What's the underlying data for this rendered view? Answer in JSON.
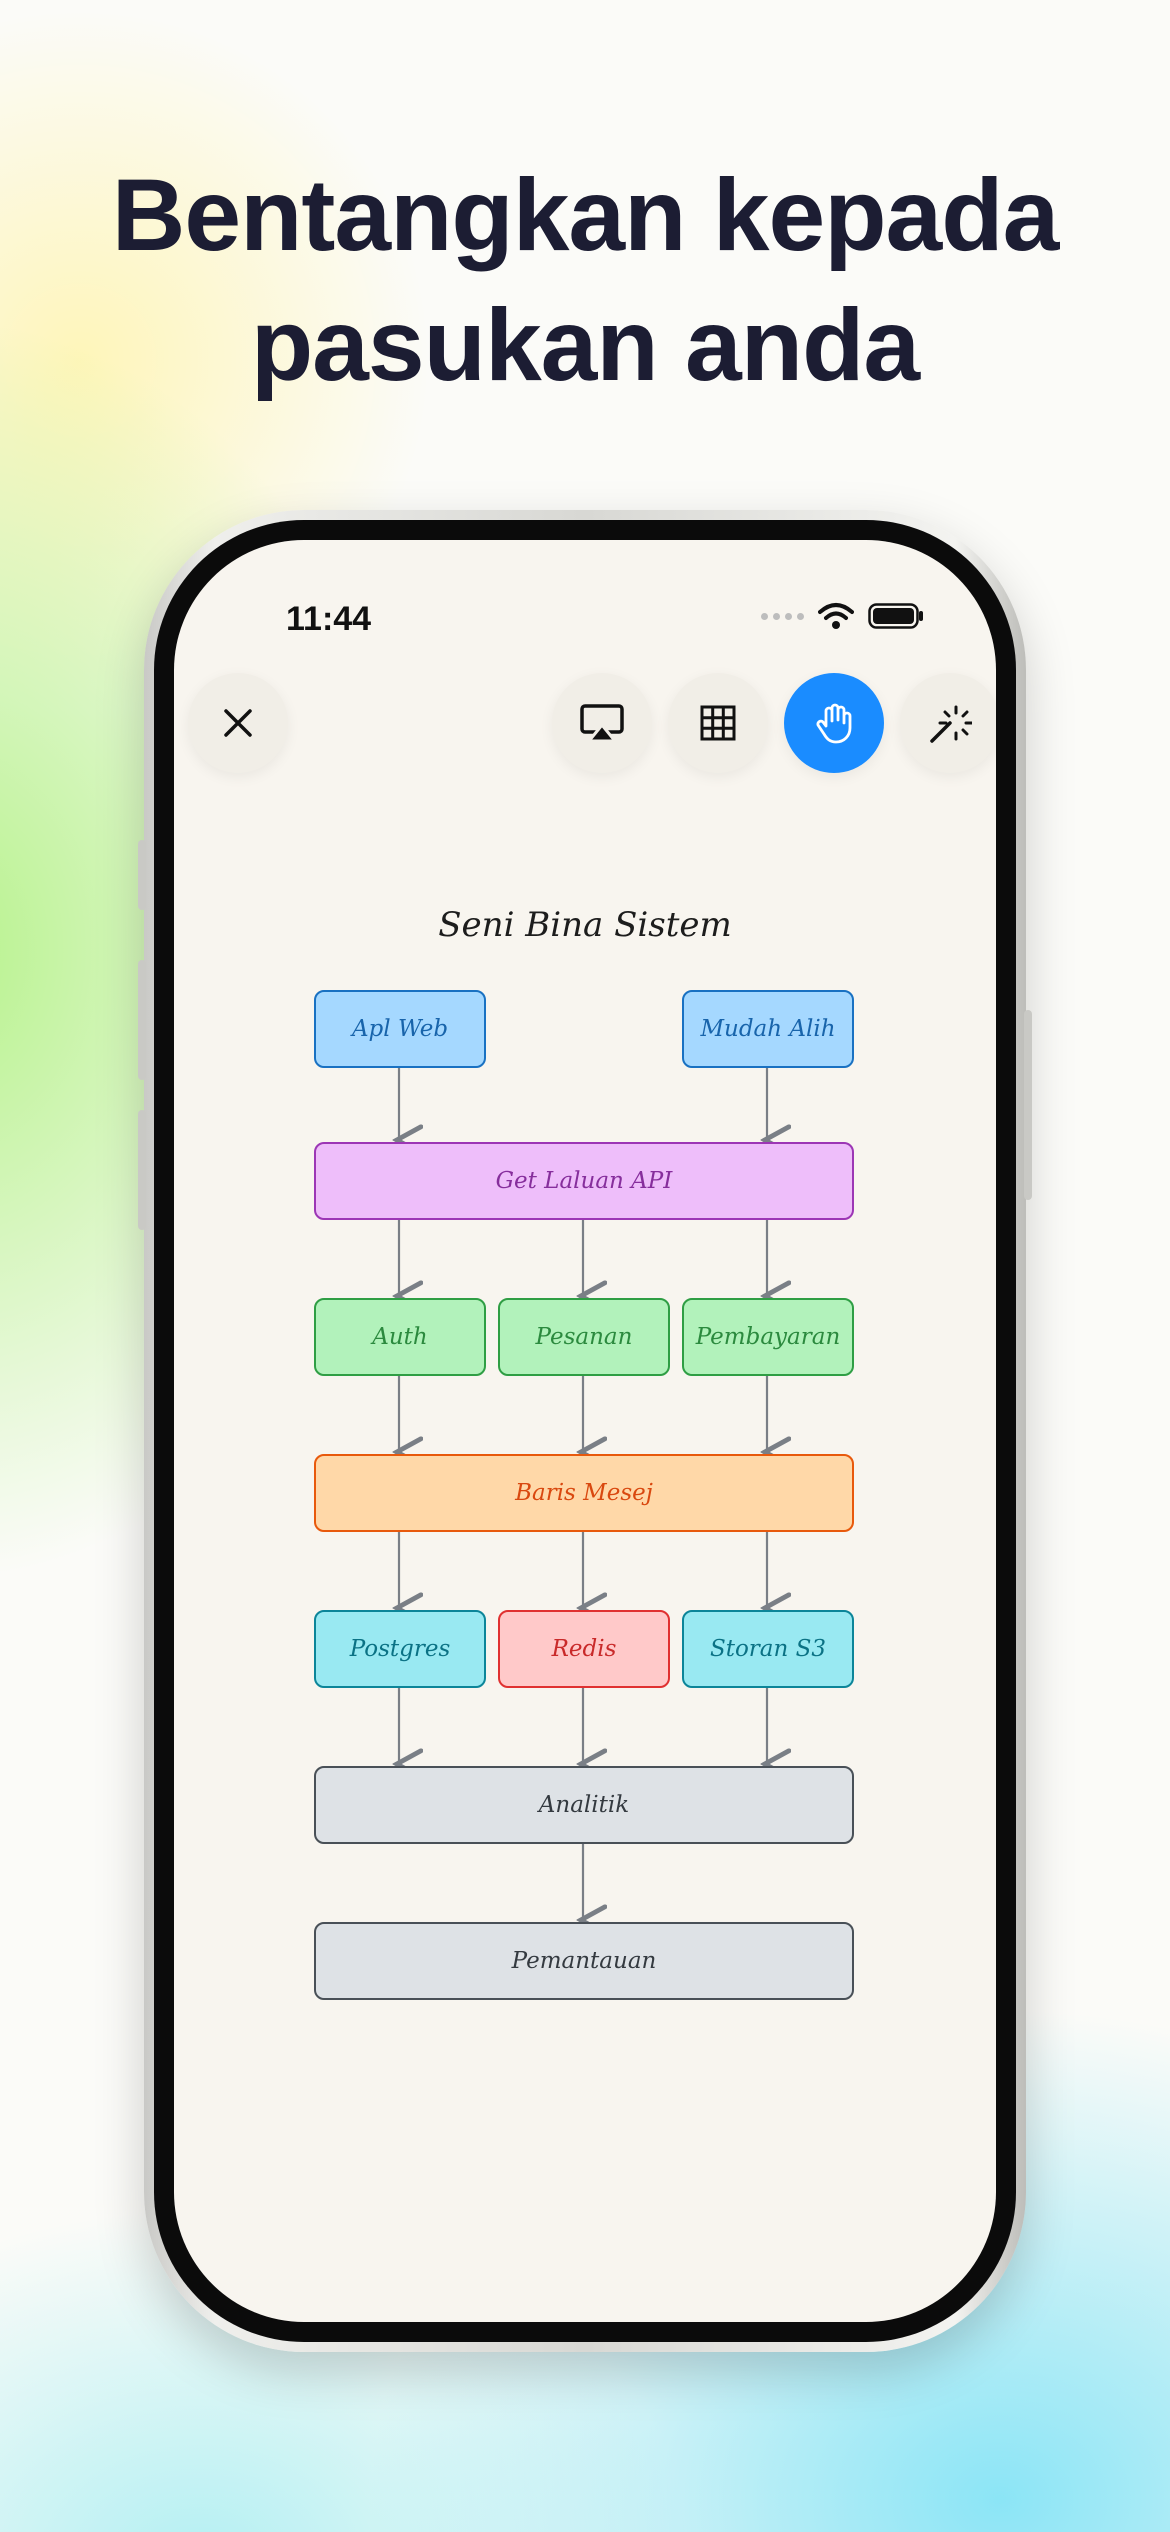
{
  "headline": {
    "line1": "Bentangkan kepada",
    "line2": "pasukan anda"
  },
  "status_bar": {
    "time": "11:44"
  },
  "toolbar": {
    "close_icon": "close-icon",
    "buttons": [
      "airplay-icon",
      "grid-icon",
      "hand-icon",
      "laser-pointer-icon"
    ],
    "active_button": "hand-icon",
    "accent_color": "#1a8cff"
  },
  "diagram": {
    "title": "Seni Bina Sistem",
    "nodes": {
      "web": "Apl Web",
      "mobile": "Mudah Alih",
      "gateway": "Get Laluan API",
      "auth": "Auth",
      "orders": "Pesanan",
      "payments": "Pembayaran",
      "queue": "Baris Mesej",
      "postgres": "Postgres",
      "redis": "Redis",
      "s3": "Storan S3",
      "analytics": "Analitik",
      "monitoring": "Pemantauan"
    },
    "colors": {
      "client": "#a5d8ff",
      "gateway": "#eebefa",
      "service": "#b2f2bb",
      "queue": "#ffd8a8",
      "store": "#99e9f2",
      "cache": "#ffc9c9",
      "sink": "#dee2e6"
    }
  }
}
